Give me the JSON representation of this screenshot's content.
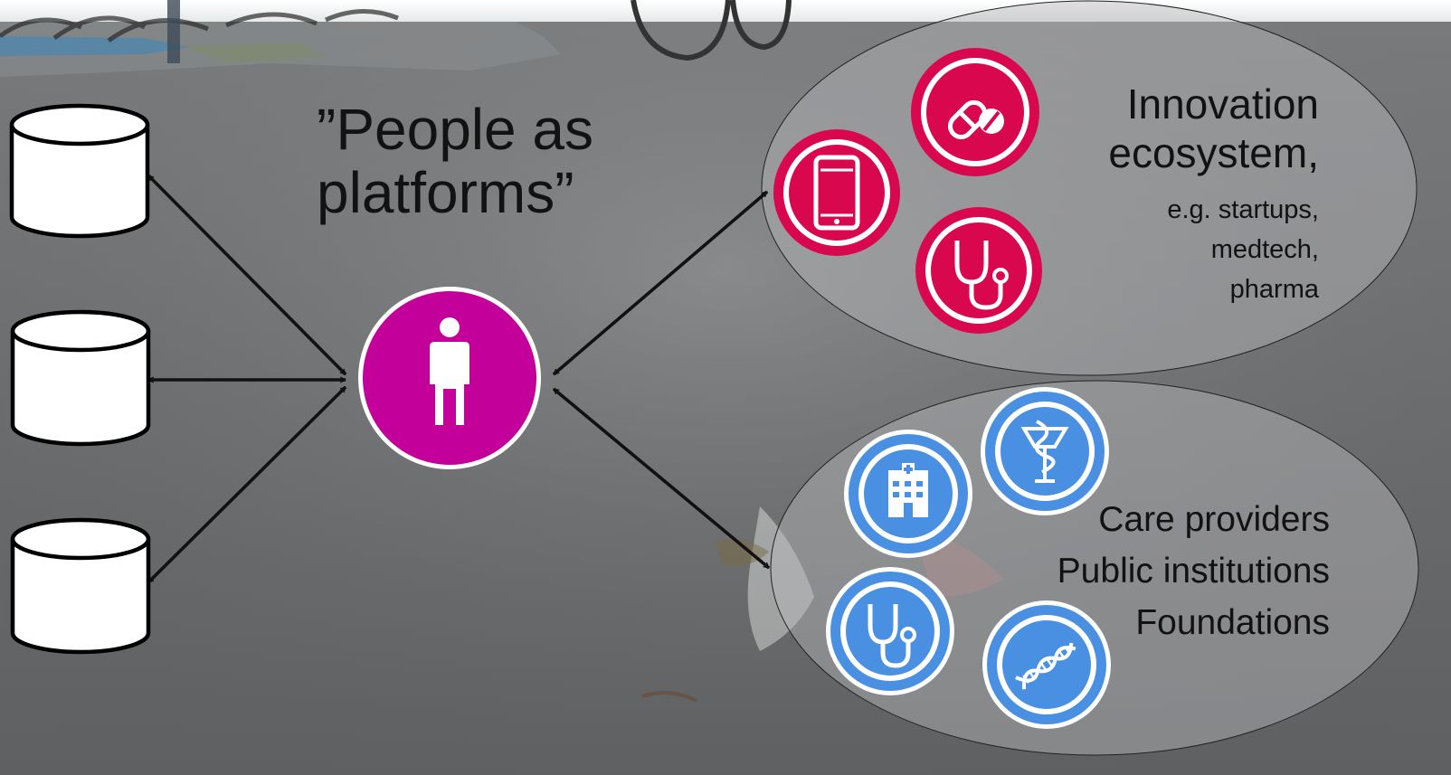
{
  "title": {
    "line1": "”People as",
    "line2": "platforms”"
  },
  "innovation": {
    "heading_line1": "Innovation",
    "heading_line2": "ecosystem,",
    "examples": [
      "e.g. startups,",
      "medtech,",
      "pharma"
    ],
    "icons": [
      "pill-icon",
      "smartphone-icon",
      "stethoscope-icon"
    ]
  },
  "care": {
    "lines": [
      "Care providers",
      "Public institutions",
      "Foundations"
    ],
    "icons": [
      "hospital-icon",
      "rod-of-asclepius-icon",
      "stethoscope-icon",
      "dna-icon"
    ]
  },
  "colors": {
    "person": "#c4009b",
    "innovation_icon": "#d8074e",
    "care_icon": "#4a90e2",
    "arrow": "#111111"
  },
  "person": {
    "icon": "person-icon"
  },
  "databases": {
    "count_icon": "database-icon"
  }
}
